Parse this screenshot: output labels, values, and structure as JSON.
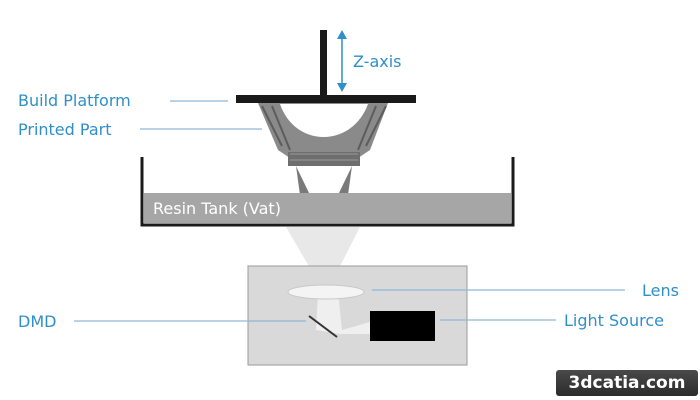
{
  "labels": {
    "z_axis": "Z-axis",
    "build_platform": "Build Platform",
    "printed_part": "Printed Part",
    "resin_tank": "Resin Tank (Vat)",
    "lens": "Lens",
    "dmd": "DMD",
    "light_source": "Light Source"
  },
  "watermark": "3dcatia.com",
  "colors": {
    "label_text": "#2f8fc8",
    "leader_line": "#8fb9d6",
    "platform": "#1a1a1a",
    "resin": "#a6a6a6",
    "projector_box": "#d9d9d9",
    "light_source": "#000000"
  }
}
